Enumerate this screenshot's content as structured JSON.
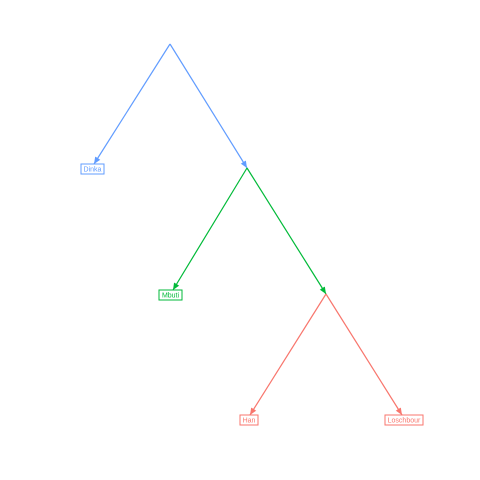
{
  "diagram": {
    "type": "tree",
    "leaves": [
      {
        "id": "dinka",
        "label": "Dinka",
        "color": "#619cff"
      },
      {
        "id": "mbuti",
        "label": "Mbuti",
        "color": "#00ba38"
      },
      {
        "id": "han",
        "label": "Han",
        "color": "#f8766d"
      },
      {
        "id": "loschbour",
        "label": "Loschbour",
        "color": "#f8766d"
      }
    ],
    "edges": [
      {
        "from": "root",
        "to": "dinka",
        "color": "#619cff"
      },
      {
        "from": "root",
        "to": "n1",
        "color": "#619cff"
      },
      {
        "from": "n1",
        "to": "mbuti",
        "color": "#00ba38"
      },
      {
        "from": "n1",
        "to": "n2",
        "color": "#00ba38"
      },
      {
        "from": "n2",
        "to": "han",
        "color": "#f8766d"
      },
      {
        "from": "n2",
        "to": "loschbour",
        "color": "#f8766d"
      }
    ]
  }
}
